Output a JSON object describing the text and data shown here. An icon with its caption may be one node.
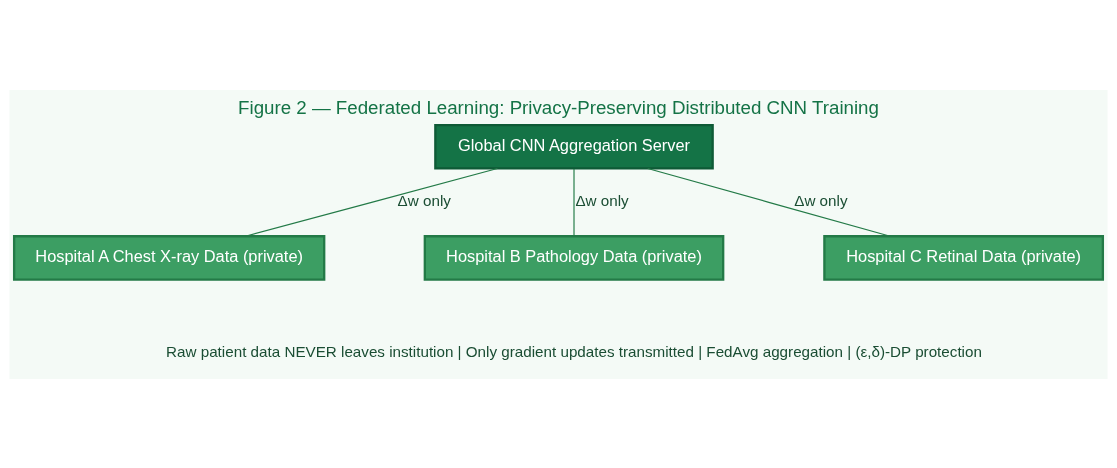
{
  "diagram": {
    "title": "Figure 2 — Federated Learning: Privacy-Preserving Distributed CNN Training",
    "nodes": [
      {
        "text": [
          "Global CNN Aggregation Server"
        ]
      },
      {
        "text": [
          "Hospital A Chest X-ray Data (private)"
        ]
      },
      {
        "text": [
          "Hospital B Pathology Data (private)"
        ]
      },
      {
        "text": [
          "Hospital C Retinal Data (private)"
        ]
      }
    ],
    "edges": [
      {
        "from": 0,
        "to": 1,
        "arrow": "none",
        "label": "Δw only"
      },
      {
        "from": 0,
        "to": 2,
        "arrow": "none",
        "label": "Δw only"
      },
      {
        "from": 0,
        "to": 3,
        "arrow": "none",
        "label": "Δw only"
      }
    ],
    "labels": [
      "Raw patient data NEVER leaves institution | Only gradient updates transmitted | FedAvg aggregation | (ε,δ)-DP protection"
    ]
  }
}
